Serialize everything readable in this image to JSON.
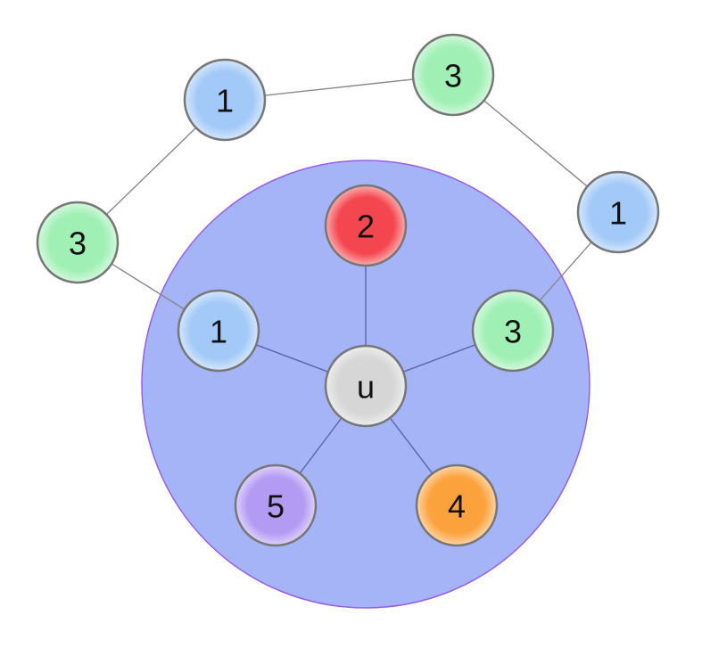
{
  "neighborhood": {
    "fill": "#a4b4f6",
    "stroke": "#9a5ee6"
  },
  "colors": {
    "blue": "#a2c9f7",
    "green": "#a0f0b5",
    "red": "#f4464e",
    "gray": "#d6d6d6",
    "purple": "#b39af3",
    "orange": "#fca23c"
  },
  "nodes": [
    {
      "id": "center",
      "label": "u",
      "color": "gray"
    },
    {
      "id": "n2",
      "label": "2",
      "color": "red"
    },
    {
      "id": "n1_inner",
      "label": "1",
      "color": "blue"
    },
    {
      "id": "n3_inner",
      "label": "3",
      "color": "green"
    },
    {
      "id": "n5",
      "label": "5",
      "color": "purple"
    },
    {
      "id": "n4",
      "label": "4",
      "color": "orange"
    },
    {
      "id": "n3_left",
      "label": "3",
      "color": "green"
    },
    {
      "id": "n1_top",
      "label": "1",
      "color": "blue"
    },
    {
      "id": "n3_top",
      "label": "3",
      "color": "green"
    },
    {
      "id": "n1_right",
      "label": "1",
      "color": "blue"
    }
  ],
  "edges": [
    [
      "center",
      "n2"
    ],
    [
      "center",
      "n1_inner"
    ],
    [
      "center",
      "n3_inner"
    ],
    [
      "center",
      "n5"
    ],
    [
      "center",
      "n4"
    ],
    [
      "n1_inner",
      "n3_left"
    ],
    [
      "n3_left",
      "n1_top"
    ],
    [
      "n1_top",
      "n3_top"
    ],
    [
      "n3_top",
      "n1_right"
    ],
    [
      "n1_right",
      "n3_inner"
    ]
  ]
}
